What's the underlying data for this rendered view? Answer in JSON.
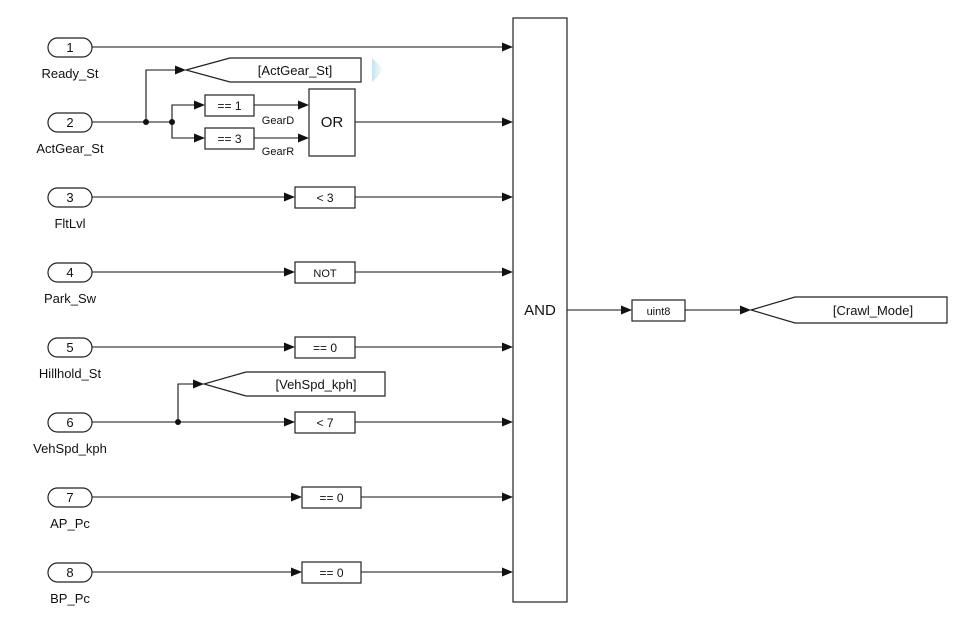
{
  "inports": [
    {
      "num": "1",
      "name": "Ready_St"
    },
    {
      "num": "2",
      "name": "ActGear_St"
    },
    {
      "num": "3",
      "name": "FltLvl"
    },
    {
      "num": "4",
      "name": "Park_Sw"
    },
    {
      "num": "5",
      "name": "Hillhold_St"
    },
    {
      "num": "6",
      "name": "VehSpd_kph"
    },
    {
      "num": "7",
      "name": "AP_Pc"
    },
    {
      "num": "8",
      "name": "BP_Pc"
    }
  ],
  "compare_blocks": {
    "gear_d": "== 1",
    "gear_r": "== 3",
    "fltlvl": "< 3",
    "park": "NOT",
    "hillhold": "== 0",
    "vehspd": "< 7",
    "ap": "== 0",
    "bp": "== 0"
  },
  "signal_labels": {
    "gear_d": "GearD",
    "gear_r": "GearR"
  },
  "or_label": "OR",
  "and_label": "AND",
  "convert_label": "uint8",
  "goto_tags": {
    "actgear": "[ActGear_St]",
    "vehspd": "[VehSpd_kph]",
    "crawl": "[Crawl_Mode]"
  }
}
